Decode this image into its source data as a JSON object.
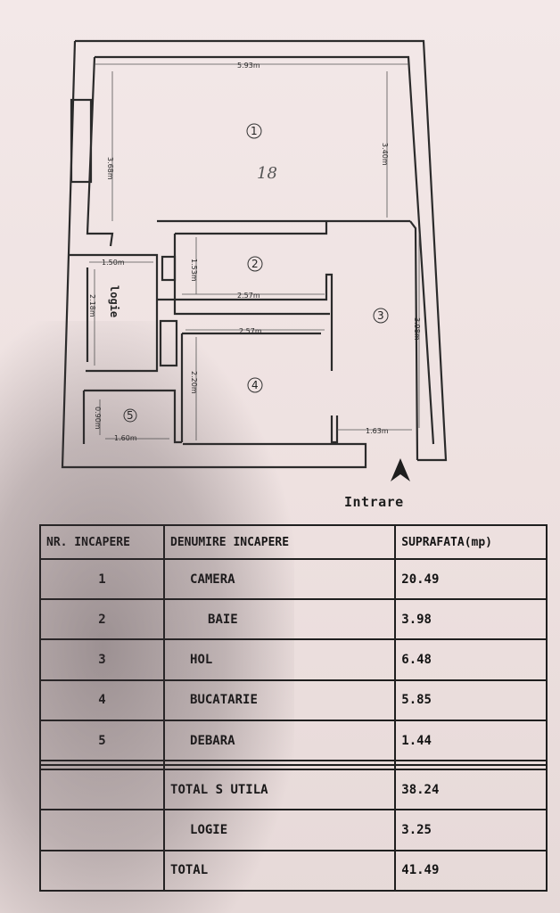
{
  "plan": {
    "dims": {
      "top_width": "5.93m",
      "room1_left_h": "3.68m",
      "room1_right_h": "3.40m",
      "logie_w": "1.50m",
      "logie_h": "2.18m",
      "baie_h": "1.53m",
      "baie_w": "2.57m",
      "bucatarie_w": "2.57m",
      "bucatarie_h": "2.20m",
      "hol_h": "3.98m",
      "hol_w": "1.63m",
      "debara_h": "0.90m",
      "debara_w": "1.60m"
    },
    "room_numbers": [
      "1",
      "2",
      "3",
      "4",
      "5"
    ],
    "logie_label": "logie",
    "handwritten": "18",
    "entrance_label": "Intrare"
  },
  "table": {
    "headers": [
      "NR. INCAPERE",
      "DENUMIRE INCAPERE",
      "SUPRAFATA(mp)"
    ],
    "rows": [
      [
        "1",
        "CAMERA",
        "20.49"
      ],
      [
        "2",
        "BAIE",
        "3.98"
      ],
      [
        "3",
        "HOL",
        "6.48"
      ],
      [
        "4",
        "BUCATARIE",
        "5.85"
      ],
      [
        "5",
        "DEBARA",
        "1.44"
      ],
      [
        "",
        "",
        ""
      ],
      [
        "",
        "",
        ""
      ],
      [
        "",
        "TOTAL S UTILA",
        "38.24"
      ],
      [
        "",
        "LOGIE",
        "3.25"
      ],
      [
        "",
        "TOTAL",
        "41.49"
      ]
    ]
  },
  "colors": {
    "ink": "#1f1f1f",
    "paper": "#efe3e3"
  }
}
